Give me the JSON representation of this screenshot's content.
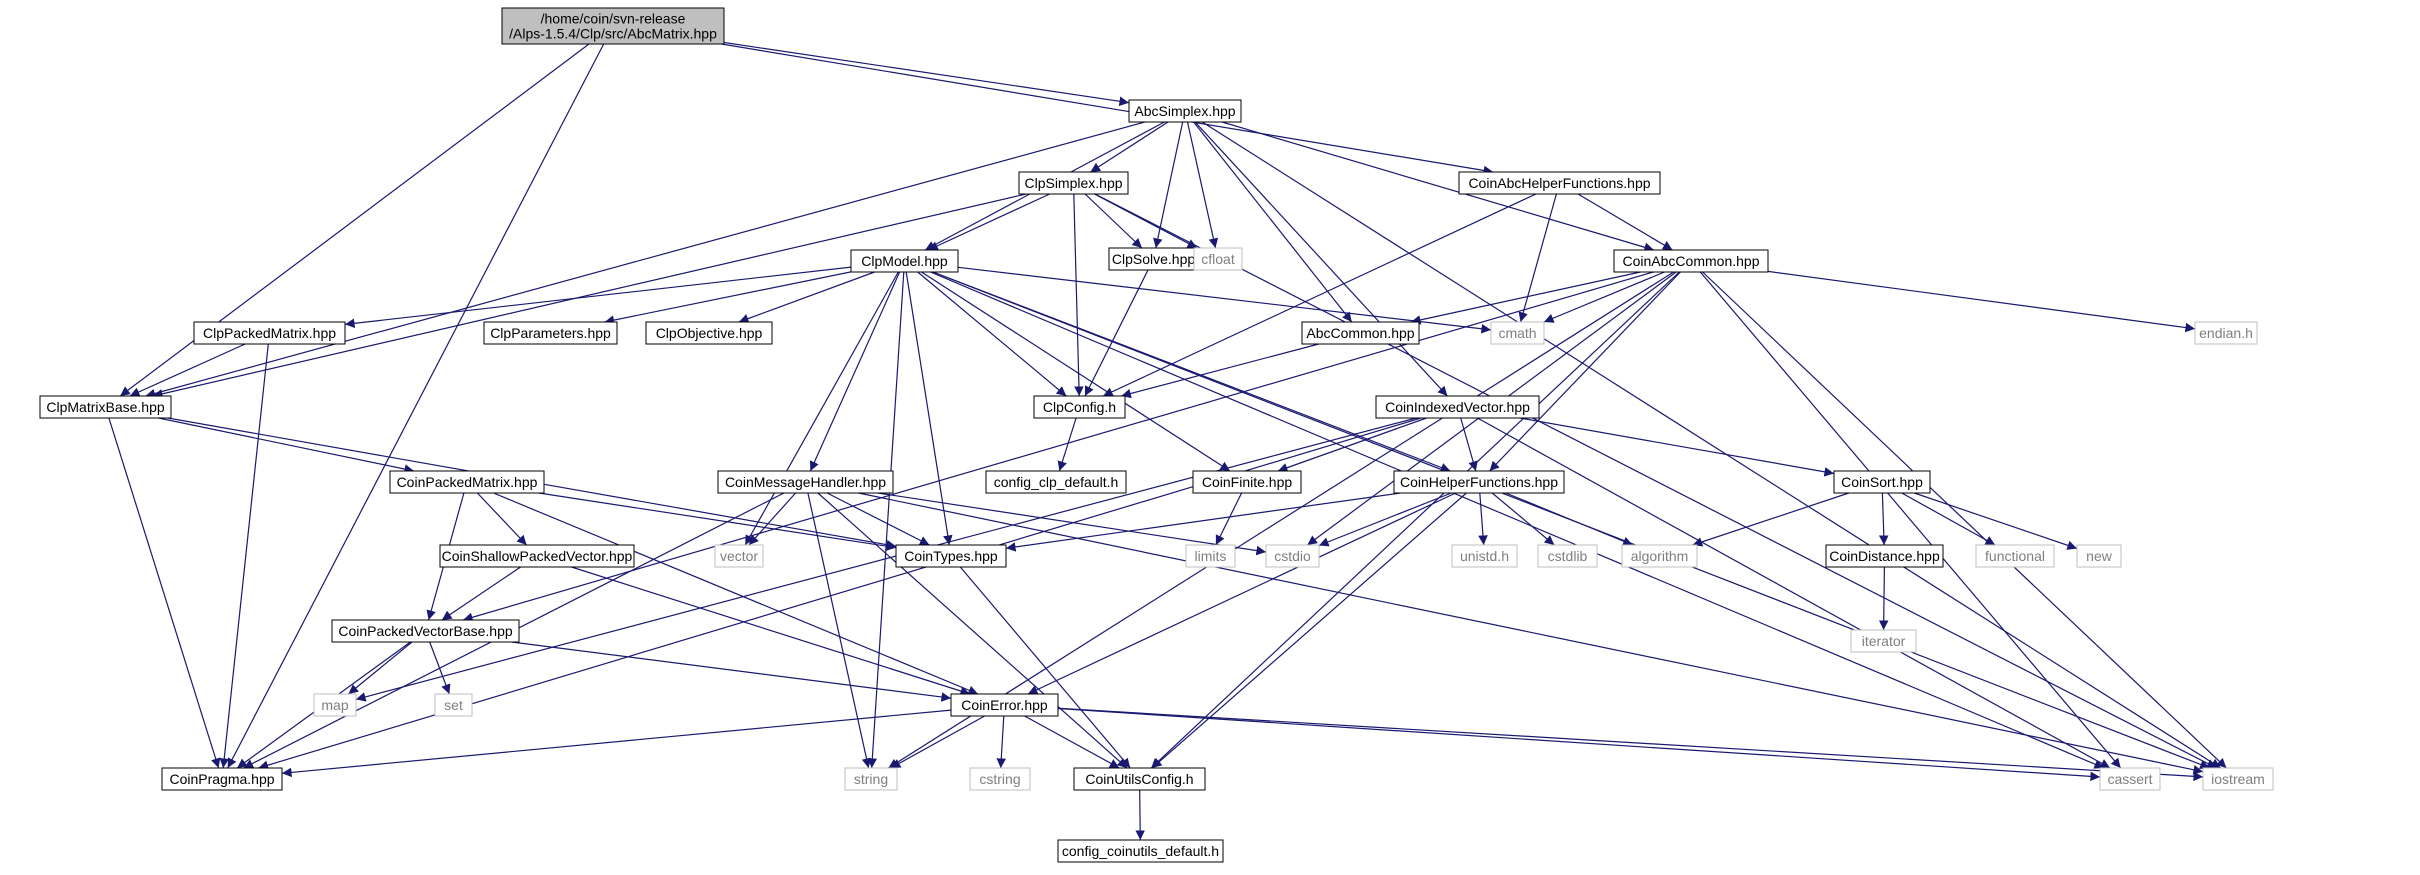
{
  "diagram": {
    "colors": {
      "edge": "#191970",
      "node_border": "#000000",
      "system_border": "#bfbfbf",
      "root_fill": "#bfbfbf",
      "node_fill": "#ffffff",
      "system_text": "#7f7f7f"
    },
    "nodes": [
      {
        "id": "root",
        "kind": "root",
        "lines": [
          "/home/coin/svn-release",
          "/Alps-1.5.4/Clp/src/AbcMatrix.hpp"
        ]
      },
      {
        "id": "abcsimplex",
        "kind": "file",
        "lines": [
          "AbcSimplex.hpp"
        ]
      },
      {
        "id": "clpsimplex",
        "kind": "file",
        "lines": [
          "ClpSimplex.hpp"
        ]
      },
      {
        "id": "coinabchelper",
        "kind": "file",
        "lines": [
          "CoinAbcHelperFunctions.hpp"
        ]
      },
      {
        "id": "clpmodel",
        "kind": "file",
        "lines": [
          "ClpModel.hpp"
        ]
      },
      {
        "id": "clpsolve",
        "kind": "file",
        "lines": [
          "ClpSolve.hpp"
        ]
      },
      {
        "id": "cfloat",
        "kind": "system",
        "lines": [
          "cfloat"
        ]
      },
      {
        "id": "coinabccommon",
        "kind": "file",
        "lines": [
          "CoinAbcCommon.hpp"
        ]
      },
      {
        "id": "clppackedmatrix",
        "kind": "file",
        "lines": [
          "ClpPackedMatrix.hpp"
        ]
      },
      {
        "id": "clpparameters",
        "kind": "file",
        "lines": [
          "ClpParameters.hpp"
        ]
      },
      {
        "id": "clpobjective",
        "kind": "file",
        "lines": [
          "ClpObjective.hpp"
        ]
      },
      {
        "id": "cmath",
        "kind": "system",
        "lines": [
          "cmath"
        ]
      },
      {
        "id": "abccommon",
        "kind": "file",
        "lines": [
          "AbcCommon.hpp"
        ]
      },
      {
        "id": "endian",
        "kind": "system",
        "lines": [
          "endian.h"
        ]
      },
      {
        "id": "clpmatrixbase",
        "kind": "file",
        "lines": [
          "ClpMatrixBase.hpp"
        ]
      },
      {
        "id": "clpconfig",
        "kind": "file",
        "lines": [
          "ClpConfig.h"
        ]
      },
      {
        "id": "coinindexedvector",
        "kind": "file",
        "lines": [
          "CoinIndexedVector.hpp"
        ]
      },
      {
        "id": "coinpackedmatrix",
        "kind": "file",
        "lines": [
          "CoinPackedMatrix.hpp"
        ]
      },
      {
        "id": "coinmessagehandler",
        "kind": "file",
        "lines": [
          "CoinMessageHandler.hpp"
        ]
      },
      {
        "id": "configclpdefault",
        "kind": "file",
        "lines": [
          "config_clp_default.h"
        ]
      },
      {
        "id": "coinfinite",
        "kind": "file",
        "lines": [
          "CoinFinite.hpp"
        ]
      },
      {
        "id": "coinhelper",
        "kind": "file",
        "lines": [
          "CoinHelperFunctions.hpp"
        ]
      },
      {
        "id": "coinsort",
        "kind": "file",
        "lines": [
          "CoinSort.hpp"
        ]
      },
      {
        "id": "coinshallow",
        "kind": "file",
        "lines": [
          "CoinShallowPackedVector.hpp"
        ]
      },
      {
        "id": "vector",
        "kind": "system",
        "lines": [
          "vector"
        ]
      },
      {
        "id": "cointypes",
        "kind": "file",
        "lines": [
          "CoinTypes.hpp"
        ]
      },
      {
        "id": "limits",
        "kind": "system",
        "lines": [
          "limits"
        ]
      },
      {
        "id": "cstdio",
        "kind": "system",
        "lines": [
          "cstdio"
        ]
      },
      {
        "id": "unistd",
        "kind": "system",
        "lines": [
          "unistd.h"
        ]
      },
      {
        "id": "cstdlib",
        "kind": "system",
        "lines": [
          "cstdlib"
        ]
      },
      {
        "id": "algorithm",
        "kind": "system",
        "lines": [
          "algorithm"
        ]
      },
      {
        "id": "coindistance",
        "kind": "file",
        "lines": [
          "CoinDistance.hpp"
        ]
      },
      {
        "id": "functional",
        "kind": "system",
        "lines": [
          "functional"
        ]
      },
      {
        "id": "new",
        "kind": "system",
        "lines": [
          "new"
        ]
      },
      {
        "id": "coinpackedvectorbase",
        "kind": "file",
        "lines": [
          "CoinPackedVectorBase.hpp"
        ]
      },
      {
        "id": "iterator",
        "kind": "system",
        "lines": [
          "iterator"
        ]
      },
      {
        "id": "map",
        "kind": "system",
        "lines": [
          "map"
        ]
      },
      {
        "id": "set",
        "kind": "system",
        "lines": [
          "set"
        ]
      },
      {
        "id": "coinerror",
        "kind": "file",
        "lines": [
          "CoinError.hpp"
        ]
      },
      {
        "id": "coinpragma",
        "kind": "file",
        "lines": [
          "CoinPragma.hpp"
        ]
      },
      {
        "id": "string",
        "kind": "system",
        "lines": [
          "string"
        ]
      },
      {
        "id": "cstring",
        "kind": "system",
        "lines": [
          "cstring"
        ]
      },
      {
        "id": "coinutilsconfig",
        "kind": "file",
        "lines": [
          "CoinUtilsConfig.h"
        ]
      },
      {
        "id": "cassert",
        "kind": "system",
        "lines": [
          "cassert"
        ]
      },
      {
        "id": "iostream",
        "kind": "system",
        "lines": [
          "iostream"
        ]
      },
      {
        "id": "configcoinutils",
        "kind": "file",
        "lines": [
          "config_coinutils_default.h"
        ]
      }
    ],
    "edges": [
      [
        "root",
        "abcsimplex"
      ],
      [
        "root",
        "coinabchelper"
      ],
      [
        "root",
        "clpmatrixbase"
      ],
      [
        "root",
        "coinpragma"
      ],
      [
        "abcsimplex",
        "clpsimplex"
      ],
      [
        "abcsimplex",
        "clpmodel"
      ],
      [
        "abcsimplex",
        "clpsolve"
      ],
      [
        "abcsimplex",
        "cfloat"
      ],
      [
        "abcsimplex",
        "abccommon"
      ],
      [
        "abcsimplex",
        "coinindexedvector"
      ],
      [
        "abcsimplex",
        "coinabccommon"
      ],
      [
        "abcsimplex",
        "clpmatrixbase"
      ],
      [
        "abcsimplex",
        "iostream"
      ],
      [
        "clpsimplex",
        "clpmodel"
      ],
      [
        "clpsimplex",
        "clpsolve"
      ],
      [
        "clpsimplex",
        "cfloat"
      ],
      [
        "clpsimplex",
        "clpconfig"
      ],
      [
        "clpsimplex",
        "clpmatrixbase"
      ],
      [
        "clpsimplex",
        "iostream"
      ],
      [
        "coinabchelper",
        "coinabccommon"
      ],
      [
        "coinabchelper",
        "cmath"
      ],
      [
        "coinabchelper",
        "clpconfig"
      ],
      [
        "clpmodel",
        "clppackedmatrix"
      ],
      [
        "clpmodel",
        "clpparameters"
      ],
      [
        "clpmodel",
        "clpobjective"
      ],
      [
        "clpmodel",
        "cmath"
      ],
      [
        "clpmodel",
        "clpconfig"
      ],
      [
        "clpmodel",
        "coinmessagehandler"
      ],
      [
        "clpmodel",
        "cointypes"
      ],
      [
        "clpmodel",
        "coinfinite"
      ],
      [
        "clpmodel",
        "coinhelper"
      ],
      [
        "clpmodel",
        "vector"
      ],
      [
        "clpmodel",
        "string"
      ],
      [
        "clpmodel",
        "cassert"
      ],
      [
        "clpmodel",
        "iostream"
      ],
      [
        "clpsolve",
        "clpconfig"
      ],
      [
        "coinabccommon",
        "abccommon"
      ],
      [
        "coinabccommon",
        "cmath"
      ],
      [
        "coinabccommon",
        "endian"
      ],
      [
        "coinabccommon",
        "coinhelper"
      ],
      [
        "coinabccommon",
        "coinutilsconfig"
      ],
      [
        "coinabccommon",
        "cassert"
      ],
      [
        "coinabccommon",
        "iostream"
      ],
      [
        "coinabccommon",
        "cstdio"
      ],
      [
        "coinabccommon",
        "string"
      ],
      [
        "coinabccommon",
        "coinpackedvectorbase"
      ],
      [
        "clppackedmatrix",
        "clpmatrixbase"
      ],
      [
        "clppackedmatrix",
        "coinpragma"
      ],
      [
        "abccommon",
        "clpconfig"
      ],
      [
        "clpmatrixbase",
        "coinpackedmatrix"
      ],
      [
        "clpmatrixbase",
        "cointypes"
      ],
      [
        "clpmatrixbase",
        "coinpragma"
      ],
      [
        "clpconfig",
        "configclpdefault"
      ],
      [
        "coinindexedvector",
        "coinfinite"
      ],
      [
        "coinindexedvector",
        "coinhelper"
      ],
      [
        "coinindexedvector",
        "coinsort"
      ],
      [
        "coinindexedvector",
        "cassert"
      ],
      [
        "coinindexedvector",
        "coinpragma"
      ],
      [
        "coinindexedvector",
        "map"
      ],
      [
        "coinpackedmatrix",
        "coinshallow"
      ],
      [
        "coinpackedmatrix",
        "coinpackedvectorbase"
      ],
      [
        "coinpackedmatrix",
        "coinerror"
      ],
      [
        "coinpackedmatrix",
        "cointypes"
      ],
      [
        "coinmessagehandler",
        "vector"
      ],
      [
        "coinmessagehandler",
        "cointypes"
      ],
      [
        "coinmessagehandler",
        "cstdio"
      ],
      [
        "coinmessagehandler",
        "string"
      ],
      [
        "coinmessagehandler",
        "coinutilsconfig"
      ],
      [
        "coinmessagehandler",
        "coinpragma"
      ],
      [
        "coinmessagehandler",
        "iostream"
      ],
      [
        "coinfinite",
        "limits"
      ],
      [
        "coinhelper",
        "cointypes"
      ],
      [
        "coinhelper",
        "cstdio"
      ],
      [
        "coinhelper",
        "unistd"
      ],
      [
        "coinhelper",
        "cstdlib"
      ],
      [
        "coinhelper",
        "algorithm"
      ],
      [
        "coinhelper",
        "coinerror"
      ],
      [
        "coinhelper",
        "coinutilsconfig"
      ],
      [
        "coinsort",
        "coindistance"
      ],
      [
        "coinsort",
        "functional"
      ],
      [
        "coinsort",
        "new"
      ],
      [
        "coinsort",
        "algorithm"
      ],
      [
        "coinshallow",
        "coinpackedvectorbase"
      ],
      [
        "coinshallow",
        "coinerror"
      ],
      [
        "cointypes",
        "coinutilsconfig"
      ],
      [
        "coindistance",
        "iterator"
      ],
      [
        "coinpackedvectorbase",
        "map"
      ],
      [
        "coinpackedvectorbase",
        "set"
      ],
      [
        "coinpackedvectorbase",
        "coinerror"
      ],
      [
        "coinpackedvectorbase",
        "coinpragma"
      ],
      [
        "coinerror",
        "coinpragma"
      ],
      [
        "coinerror",
        "string"
      ],
      [
        "coinerror",
        "cstring"
      ],
      [
        "coinerror",
        "coinutilsconfig"
      ],
      [
        "coinerror",
        "cassert"
      ],
      [
        "coinerror",
        "iostream"
      ],
      [
        "coinutilsconfig",
        "configcoinutils"
      ]
    ]
  }
}
